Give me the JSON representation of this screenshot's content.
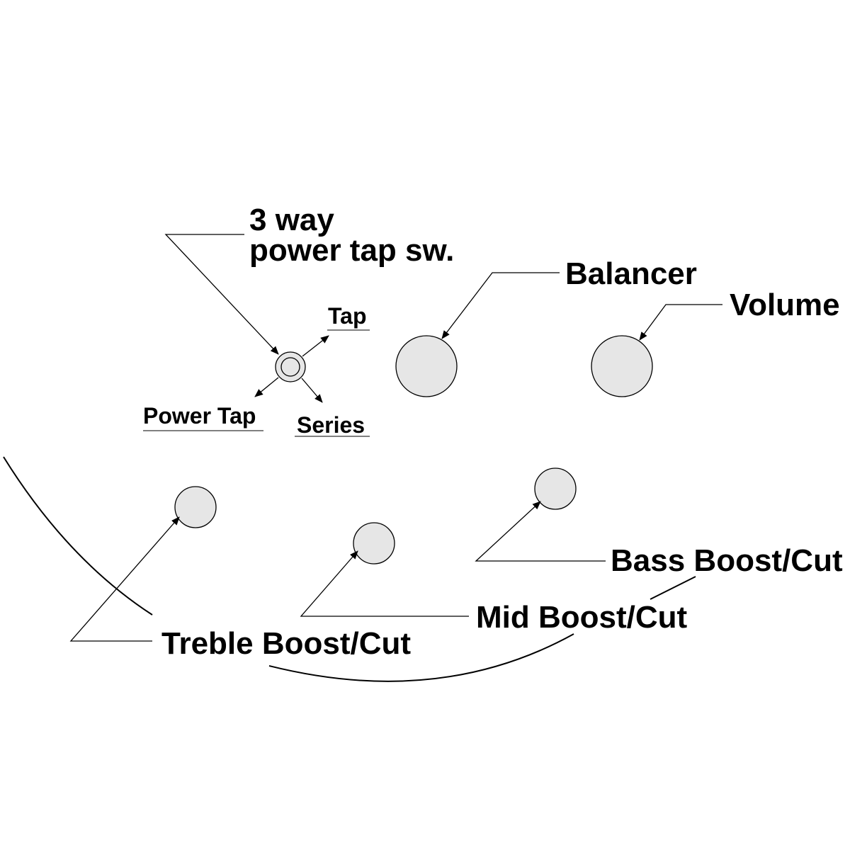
{
  "labels": {
    "switch_line1": "3 way",
    "switch_line2": "power tap sw.",
    "tap": "Tap",
    "power_tap": "Power Tap",
    "series": "Series",
    "balancer": "Balancer",
    "volume": "Volume",
    "treble": "Treble Boost/Cut",
    "mid": "Mid Boost/Cut",
    "bass": "Bass Boost/Cut"
  },
  "colors": {
    "knob_fill": "#e6e6e6",
    "stroke": "#000000",
    "text": "#000000"
  }
}
